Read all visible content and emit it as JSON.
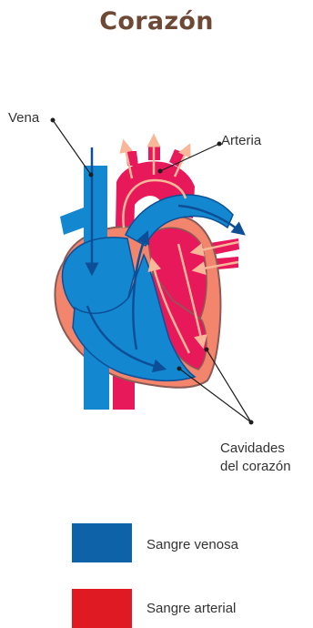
{
  "title": "Corazón",
  "labels": {
    "vena": "Vena",
    "arteria": "Arteria",
    "cavidades_line1": "Cavidades",
    "cavidades_line2": "del corazón"
  },
  "legend": [
    {
      "label": "Sangre venosa",
      "color": "#0d62a8"
    },
    {
      "label": "Sangre arterial",
      "color": "#e01a22"
    }
  ],
  "colors": {
    "title": "#6e4a36",
    "venous_fill": "#1388d0",
    "venous_dark": "#0d4f96",
    "arterial_fill": "#e8195a",
    "heart_wall": "#f2856b",
    "flow_arrow_light": "#f9b79a"
  }
}
